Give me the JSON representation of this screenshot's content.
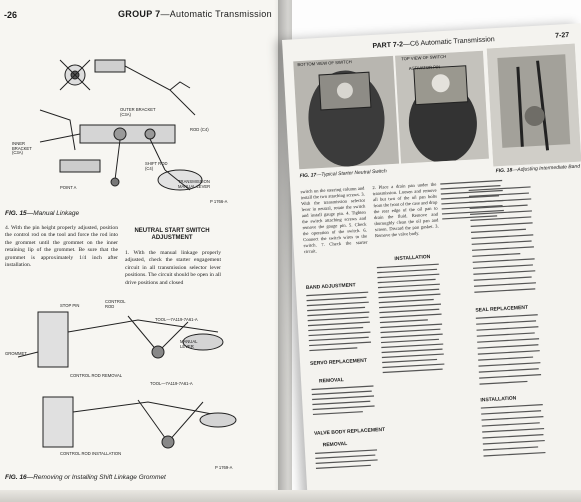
{
  "left_page": {
    "page_number": "-26",
    "header_group": "GROUP 7",
    "header_title": "—Automatic Transmission",
    "fig15": {
      "callouts": [
        "OUTER BRACKET (C3A)",
        "INNER BRACKET (C3A)",
        "ROD (C4)",
        "SHIFT ROD (C4)",
        "TRANSMISSION MANUAL LEVER",
        "POINT A"
      ],
      "code": "P 1766-A",
      "caption_num": "FIG. 15",
      "caption_text": "—Manual Linkage"
    },
    "paragraph4": "4. With the pin height properly adjusted, position the control rod on the tool and force the rod into the grommet until the grommet on the inner retaining lip of the grommet. Be sure that the grommet is approximately 1/4 inch after installation.",
    "neutral_heading": "NEUTRAL START SWITCH ADJUSTMENT",
    "neutral_para": "1. With the manual linkage properly adjusted, check the starter engagement circuit in all transmission selector lever positions. The circuit should be open in all drive positions and closed",
    "fig16": {
      "callouts": [
        "STOP PIN",
        "CONTROL ROD",
        "TOOL—7A119-7A61-A",
        "MANUAL LEVER",
        "GROMMET",
        "CONTROL ROD REMOVAL",
        "TOOL—7A119-7A61-A",
        "CONTROL ROD INSTALLATION"
      ],
      "code": "P 1769-A",
      "caption_num": "FIG. 16",
      "caption_text": "—Removing or Installing Shift Linkage Grommet"
    }
  },
  "right_page": {
    "header_part": "PART 7-2",
    "header_title": "—C6 Automatic Transmission",
    "page_number": "7-27",
    "fig17": {
      "labels": [
        "BOTTOM VIEW OF SWITCH",
        "TOP VIEW OF SWITCH",
        "ACTIVATOR PIN"
      ],
      "caption_num": "FIG. 17",
      "caption_text": "—Typical Starter Neutral Switch"
    },
    "fig18": {
      "caption_num": "FIG. 18",
      "caption_text": "—Adjusting Intermediate Band"
    },
    "section_heads": [
      "INSTALLATION",
      "BAND ADJUSTMENT",
      "SERVO REPLACEMENT",
      "REMOVAL",
      "VALVE BODY REPLACEMENT",
      "REMOVAL",
      "SEAL REPLACEMENT",
      "INSTALLATION"
    ],
    "col1_text": "switch on the steering column and install the two attaching screws. 3. With the transmission selector lever in neutral, rotate the switch and install gauge pin. 4. Tighten the switch attaching screws and remove the gauge pin. 5. Check the operation of the switch. 6. Connect the switch wires to the switch. 7. Check the starter circuit.",
    "col2_text": "2. Place a drain pan under the transmission. Loosen and remove all but two of the oil pan bolts from the front of the case and drop the rear edge of the oil pan to drain the fluid. Remove and thoroughly clean the oil pan and screen. Discard the pan gasket. 3. Remove the valve body."
  }
}
